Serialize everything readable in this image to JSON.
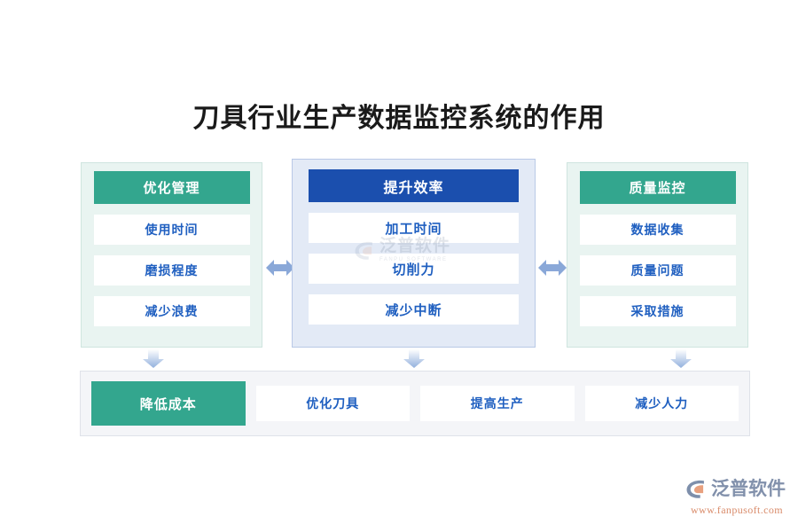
{
  "page": {
    "title": "刀具行业生产数据监控系统的作用",
    "background_color": "#ffffff"
  },
  "colors": {
    "teal": "#33a68e",
    "dark_blue": "#1b4fae",
    "text_blue": "#1f5fc0",
    "side_panel_bg": "#e9f4f1",
    "center_panel_bg": "#e3eaf6",
    "bottom_panel_bg": "#f4f5f8",
    "arrow_blue": "#8aa8d8"
  },
  "diagram": {
    "type": "three-column-flow",
    "columns": [
      {
        "id": "optimize-management",
        "header": "优化管理",
        "header_style": "teal",
        "items": [
          "使用时间",
          "磨损程度",
          "减少浪费"
        ]
      },
      {
        "id": "improve-efficiency",
        "header": "提升效率",
        "header_style": "dark-blue",
        "items": [
          "加工时间",
          "切削力",
          "减少中断"
        ]
      },
      {
        "id": "quality-monitoring",
        "header": "质量监控",
        "header_style": "teal",
        "items": [
          "数据收集",
          "质量问题",
          "采取措施"
        ]
      }
    ],
    "connectors": {
      "horizontal": [
        "double-arrow-left-right",
        "double-arrow-left-right"
      ],
      "vertical": [
        "arrow-down",
        "arrow-down",
        "arrow-down"
      ]
    },
    "outcomes": [
      {
        "label": "降低成本",
        "highlight": true
      },
      {
        "label": "优化刀具",
        "highlight": false
      },
      {
        "label": "提高生产",
        "highlight": false
      },
      {
        "label": "减少人力",
        "highlight": false
      }
    ]
  },
  "watermark": {
    "text": "泛普软件",
    "subtext": "FANPU SOFTWARE"
  },
  "brand": {
    "name": "泛普软件",
    "url": "www.fanpusoft.com"
  }
}
